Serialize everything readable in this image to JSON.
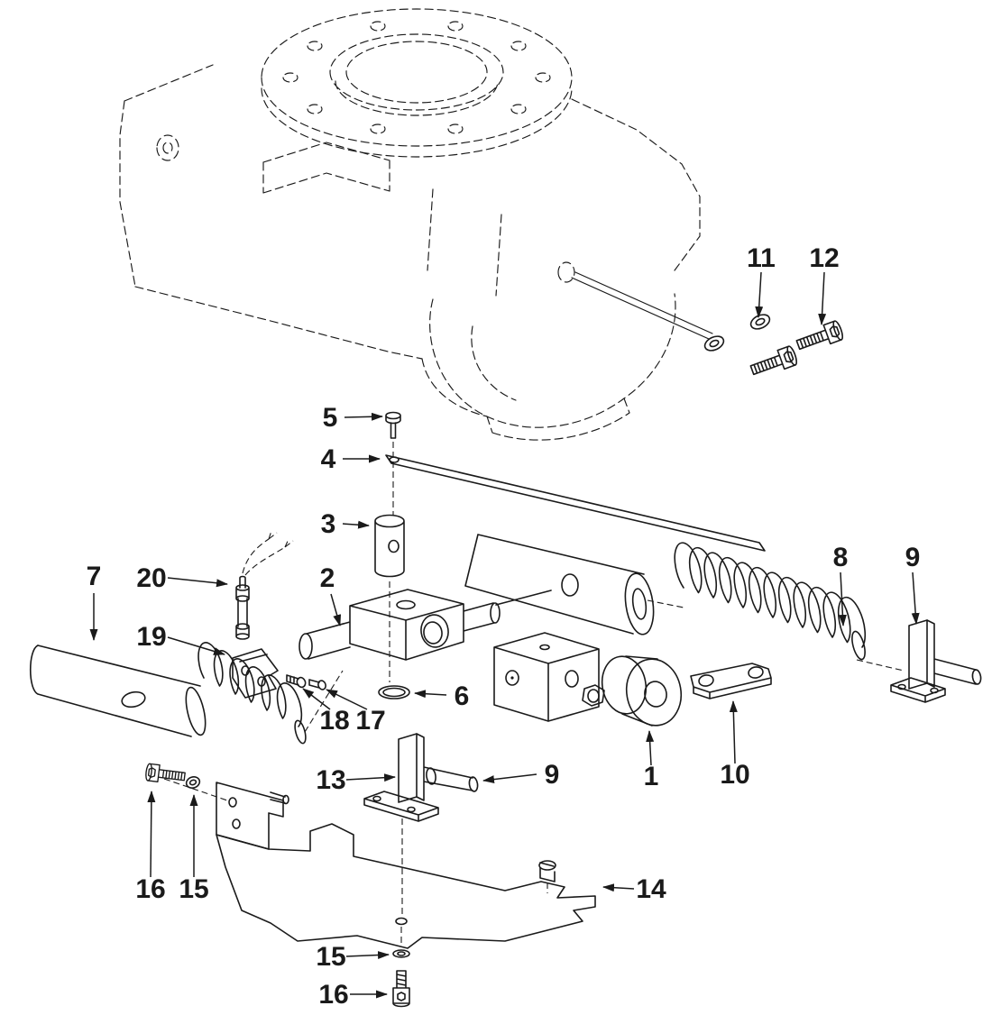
{
  "figure": {
    "kind": "exploded-parts-diagram",
    "background": "#ffffff",
    "line_color": "#1a1a1a"
  },
  "callouts": {
    "c1": {
      "label": "1"
    },
    "c2": {
      "label": "2"
    },
    "c3": {
      "label": "3"
    },
    "c4": {
      "label": "4"
    },
    "c5": {
      "label": "5"
    },
    "c6": {
      "label": "6"
    },
    "c7": {
      "label": "7"
    },
    "c8": {
      "label": "8"
    },
    "c9a": {
      "label": "9"
    },
    "c9b": {
      "label": "9"
    },
    "c10": {
      "label": "10"
    },
    "c11": {
      "label": "11"
    },
    "c12": {
      "label": "12"
    },
    "c13": {
      "label": "13"
    },
    "c14": {
      "label": "14"
    },
    "c15a": {
      "label": "15"
    },
    "c15b": {
      "label": "15"
    },
    "c16a": {
      "label": "16"
    },
    "c16b": {
      "label": "16"
    },
    "c17": {
      "label": "17"
    },
    "c18": {
      "label": "18"
    },
    "c19": {
      "label": "19"
    },
    "c20": {
      "label": "20"
    }
  }
}
